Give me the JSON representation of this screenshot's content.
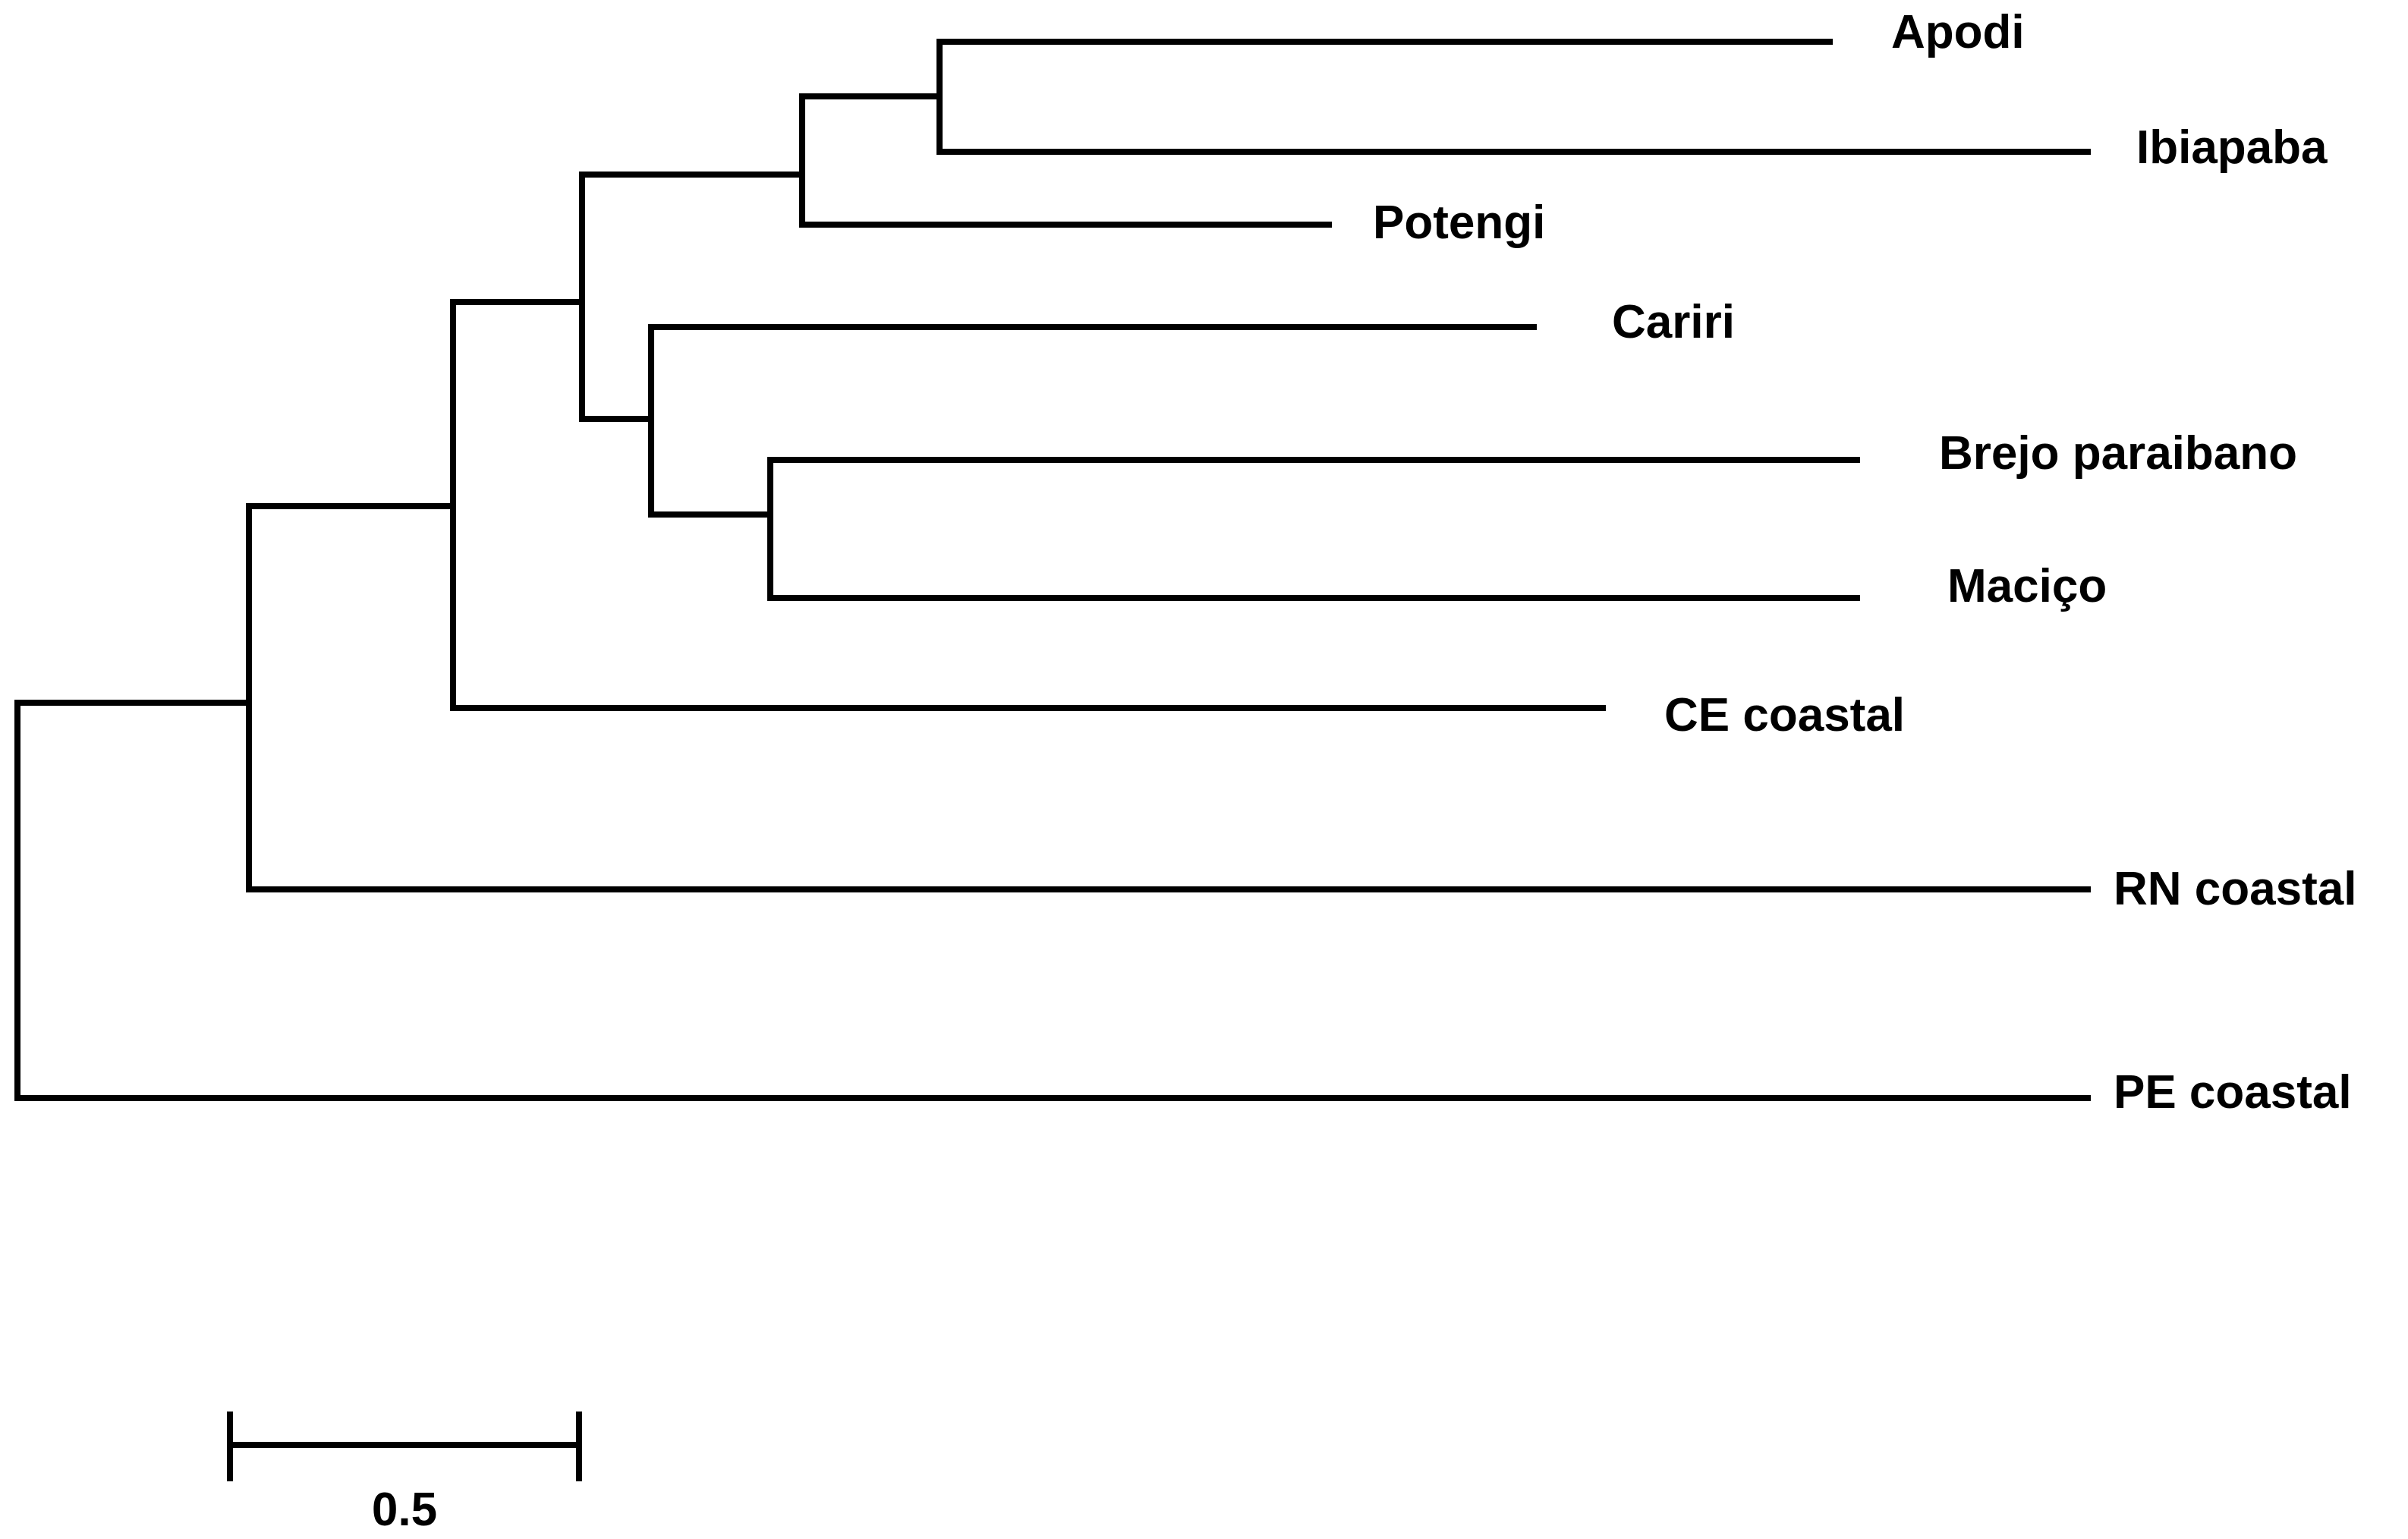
{
  "tree": {
    "type": "phylogenetic-tree",
    "leaves": [
      {
        "id": "apodi",
        "label": "Apodi"
      },
      {
        "id": "ibiapaba",
        "label": "Ibiapaba"
      },
      {
        "id": "potengi",
        "label": "Potengi"
      },
      {
        "id": "cariri",
        "label": "Cariri"
      },
      {
        "id": "brejo",
        "label": "Brejo paraibano"
      },
      {
        "id": "macico",
        "label": "Maciço"
      },
      {
        "id": "ce-coastal",
        "label": "CE coastal"
      },
      {
        "id": "rn-coastal",
        "label": "RN coastal"
      },
      {
        "id": "pe-coastal",
        "label": "PE coastal"
      }
    ],
    "topology": "(((((Apodi,Ibiapaba),Potengi),(Cariri,(Brejo paraibano,Maciço))),CE coastal),RN coastal),PE coastal"
  },
  "scale_bar": {
    "value": 0.5,
    "label": "0.5"
  },
  "colors": {
    "line": "#000000",
    "text": "#000000",
    "background": "#ffffff"
  }
}
